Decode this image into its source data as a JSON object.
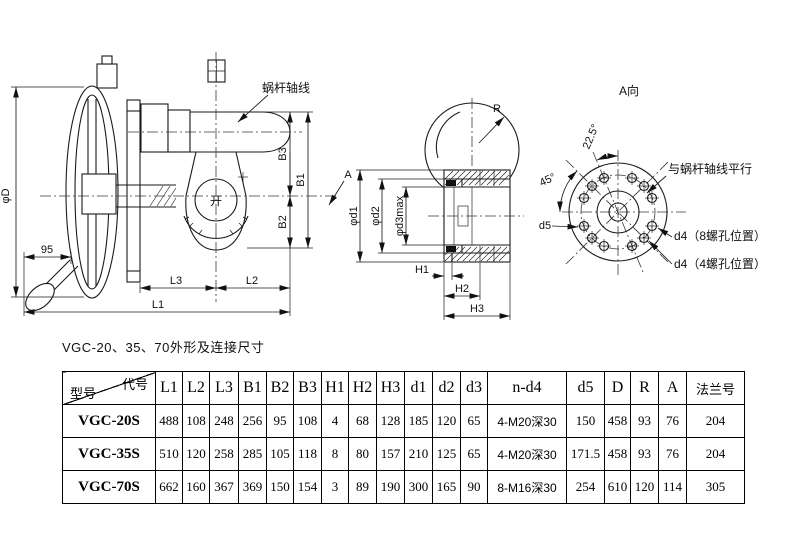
{
  "caption": "VGC-20、35、70外形及连接尺寸",
  "views": {
    "left": {
      "worm_axis": "蜗杆轴线",
      "phi_D": "φD",
      "dim_95": "95",
      "L1": "L1",
      "L2": "L2",
      "L3": "L3",
      "B1": "B1",
      "B2": "B2",
      "B3": "B3",
      "open": "开",
      "section_arrow": "A"
    },
    "section": {
      "phi_d1": "φd1",
      "phi_d2": "φd2",
      "phi_d3max": "φd3max",
      "H1": "H1",
      "H2": "H2",
      "H3": "H3",
      "radius": "R"
    },
    "flange": {
      "view_title": "A向",
      "angle_small": "22.5°",
      "angle_large": "45°",
      "d5": "d5",
      "parallel_note": "与蜗杆轴线平行",
      "d4_8": "d4（8螺孔位置）",
      "d4_4": "d4（4螺孔位置）"
    }
  },
  "table": {
    "corner_top": "代号",
    "corner_bottom": "型号",
    "columns": [
      "L1",
      "L2",
      "L3",
      "B1",
      "B2",
      "B3",
      "H1",
      "H2",
      "H3",
      "d1",
      "d2",
      "d3",
      "n-d4",
      "d5",
      "D",
      "R",
      "A",
      "法兰号"
    ],
    "rows": [
      {
        "model": "VGC-20S",
        "values": [
          "488",
          "108",
          "248",
          "256",
          "95",
          "108",
          "4",
          "68",
          "128",
          "185",
          "120",
          "65",
          "4-M20深30",
          "150",
          "458",
          "93",
          "76",
          "204"
        ]
      },
      {
        "model": "VGC-35S",
        "values": [
          "510",
          "120",
          "258",
          "285",
          "105",
          "118",
          "8",
          "80",
          "157",
          "210",
          "125",
          "65",
          "4-M20深30",
          "171.5",
          "458",
          "93",
          "76",
          "204"
        ]
      },
      {
        "model": "VGC-70S",
        "values": [
          "662",
          "160",
          "367",
          "369",
          "150",
          "154",
          "3",
          "89",
          "190",
          "300",
          "165",
          "90",
          "8-M16深30",
          "254",
          "610",
          "120",
          "114",
          "305"
        ]
      }
    ]
  }
}
